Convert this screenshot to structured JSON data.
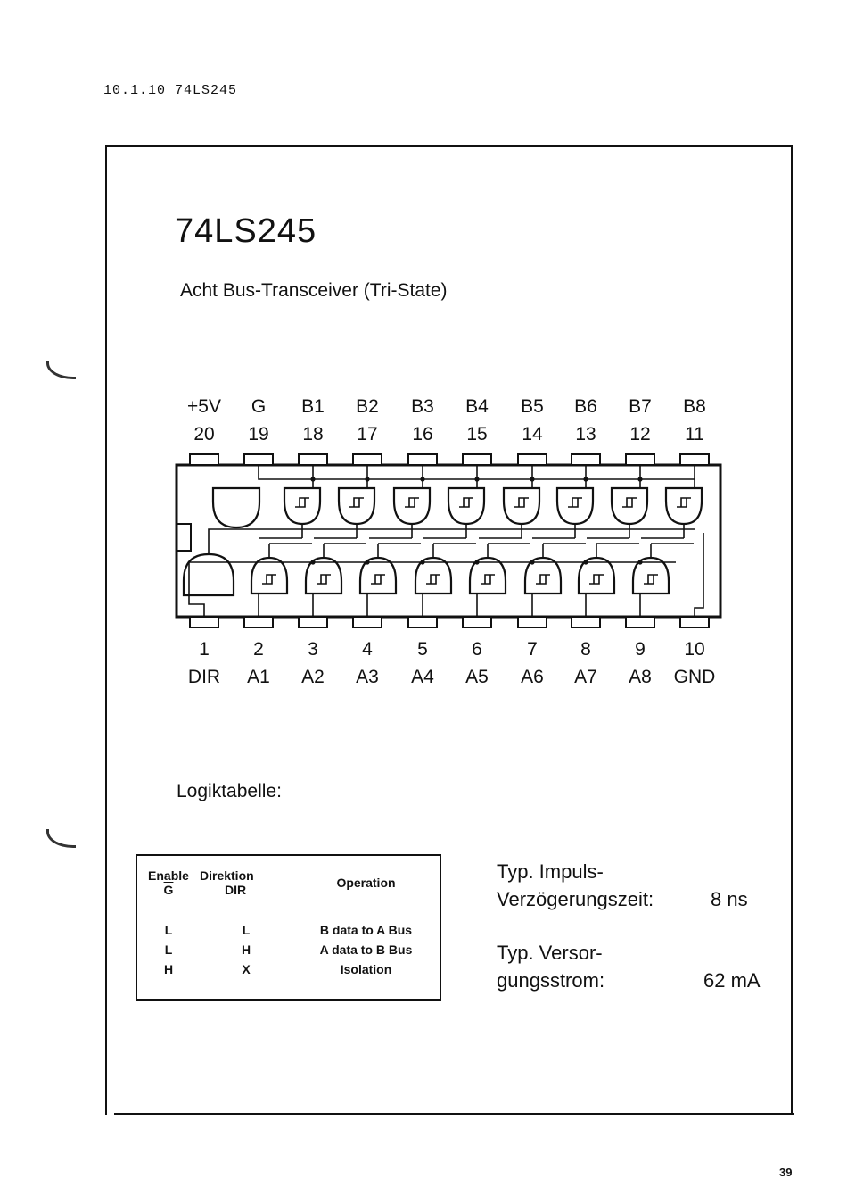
{
  "header": {
    "section": "10.1.10  74LS245"
  },
  "chip": {
    "title": "74LS245",
    "subtitle": "Acht Bus-Transceiver (Tri-State)",
    "top_pins": [
      {
        "name": "+5V",
        "num": "20"
      },
      {
        "name": "G",
        "num": "19"
      },
      {
        "name": "B1",
        "num": "18"
      },
      {
        "name": "B2",
        "num": "17"
      },
      {
        "name": "B3",
        "num": "16"
      },
      {
        "name": "B4",
        "num": "15"
      },
      {
        "name": "B5",
        "num": "14"
      },
      {
        "name": "B6",
        "num": "13"
      },
      {
        "name": "B7",
        "num": "12"
      },
      {
        "name": "B8",
        "num": "11"
      }
    ],
    "bottom_pins": [
      {
        "num": "1",
        "name": "DIR"
      },
      {
        "num": "2",
        "name": "A1"
      },
      {
        "num": "3",
        "name": "A2"
      },
      {
        "num": "4",
        "name": "A3"
      },
      {
        "num": "5",
        "name": "A4"
      },
      {
        "num": "6",
        "name": "A5"
      },
      {
        "num": "7",
        "name": "A6"
      },
      {
        "num": "8",
        "name": "A7"
      },
      {
        "num": "9",
        "name": "A8"
      },
      {
        "num": "10",
        "name": "GND"
      }
    ]
  },
  "logic": {
    "heading": "Logiktabelle:",
    "col_enable": "Enable",
    "col_enable_sub": "G",
    "col_direction": "Direktion",
    "col_direction_sub": "DIR",
    "col_operation": "Operation",
    "rows": [
      {
        "enable": "L",
        "dir": "L",
        "op": "B data to A Bus"
      },
      {
        "enable": "L",
        "dir": "H",
        "op": "A data to B Bus"
      },
      {
        "enable": "H",
        "dir": "X",
        "op": "Isolation"
      }
    ]
  },
  "specs": {
    "delay_label_1": "Typ. Impuls-",
    "delay_label_2": "Verzögerungszeit:",
    "delay_value": "8 ns",
    "current_label_1": "Typ. Versor-",
    "current_label_2": "gungsstrom:",
    "current_value": "62 mA"
  },
  "footer": {
    "page": "39"
  }
}
